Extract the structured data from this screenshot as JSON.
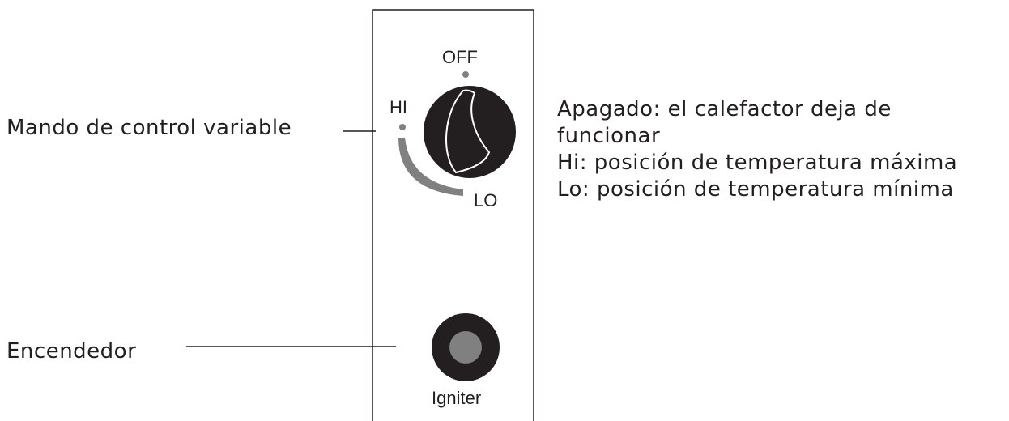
{
  "panel": {
    "knob_labels": {
      "off": "OFF",
      "hi": "HI",
      "lo": "LO"
    },
    "igniter_label": "Igniter"
  },
  "callouts": {
    "knob": "Mando de control variable",
    "igniter": "Encendedor"
  },
  "legend": {
    "line1": "Apagado: el calefactor deja de",
    "line2": "funcionar",
    "line3": "Hi: posición de temperatura máxima",
    "line4": "Lo: posición de temperatura mínima"
  },
  "colors": {
    "ink": "#231f20",
    "gray": "#808080"
  }
}
